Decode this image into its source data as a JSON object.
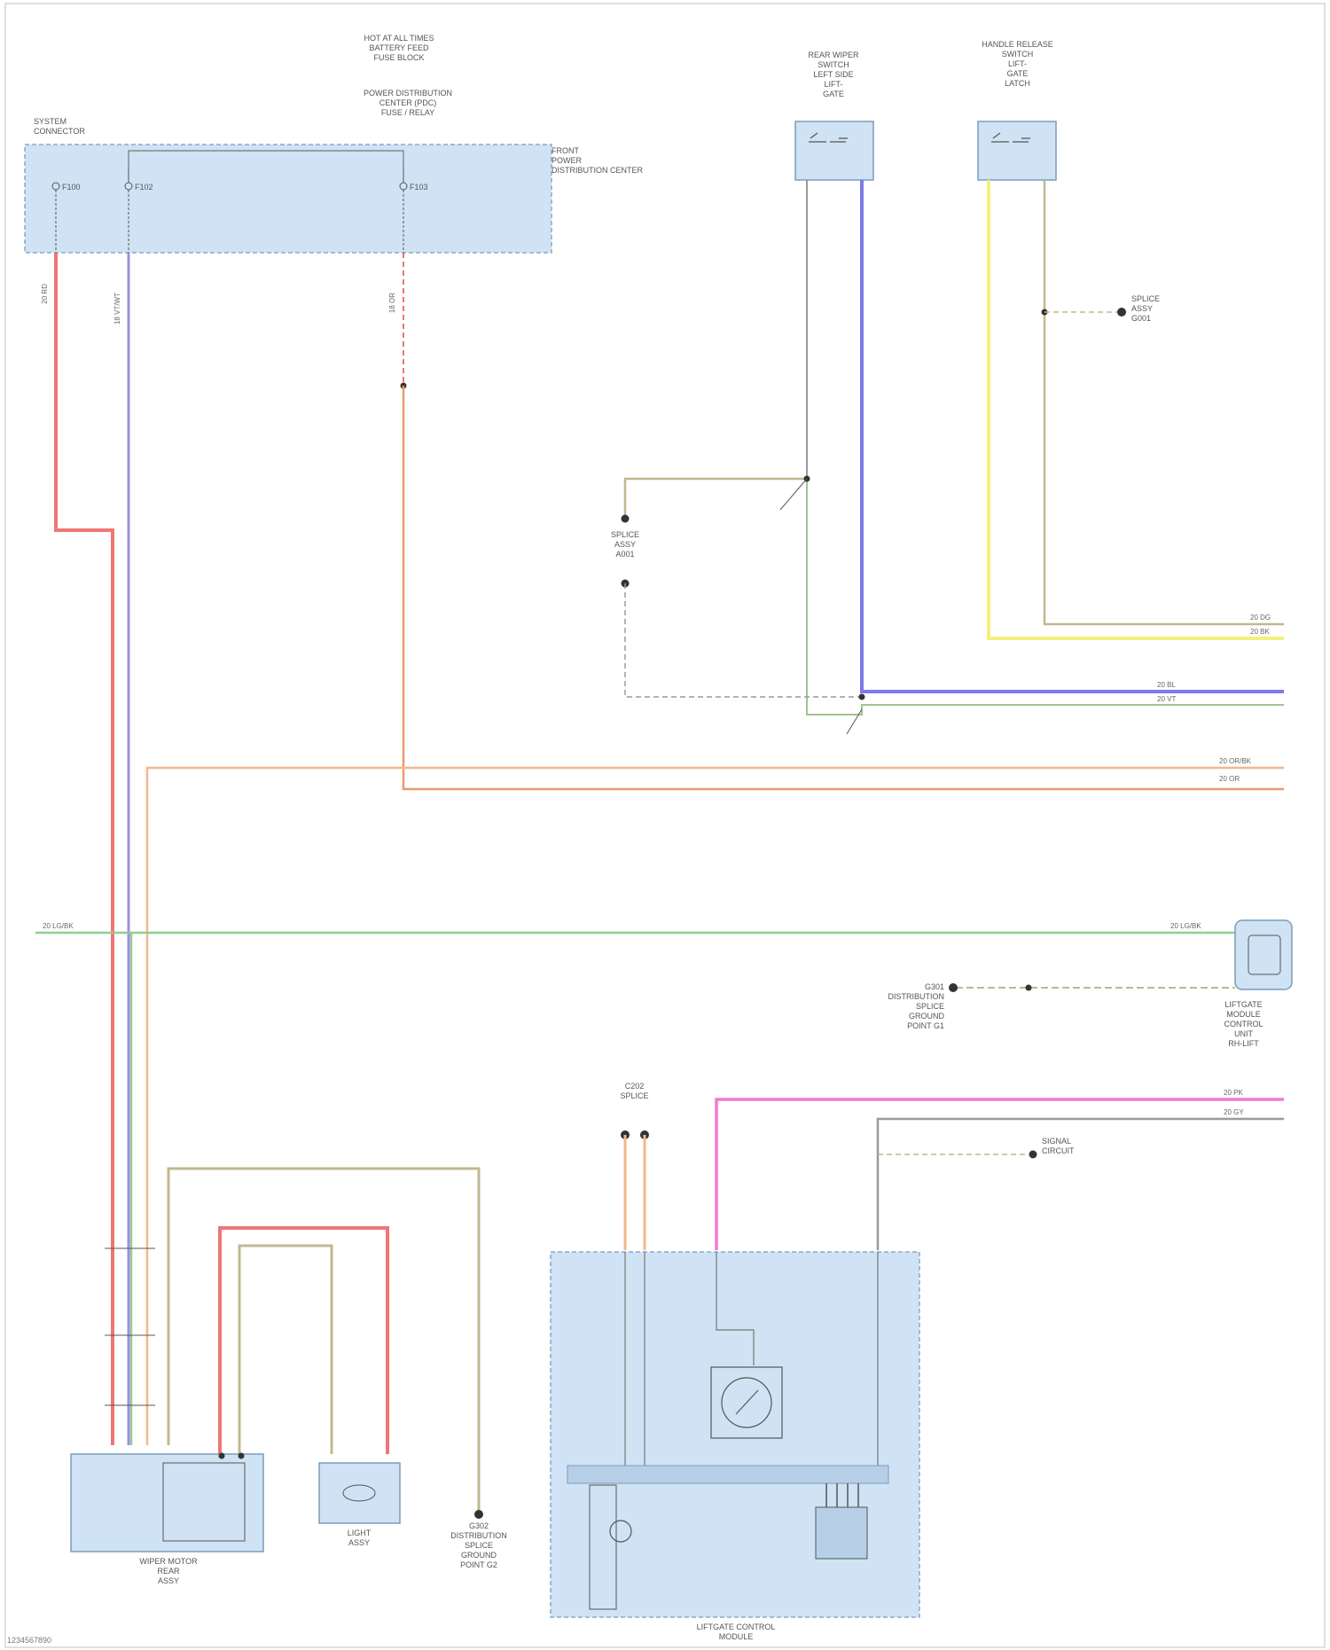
{
  "components": {
    "fuse_block": {
      "title_lines": [
        "HOT AT ALL TIMES",
        "BATTERY FEED",
        "FUSE BLOCK"
      ],
      "detail_lines": [
        "POWER DISTRIBUTION",
        "CENTER (PDC)",
        "FUSE / RELAY"
      ],
      "side_lines": [
        "FRONT",
        "POWER",
        "DISTRIBUTION CENTER"
      ],
      "left_label": [
        "SYSTEM",
        "CONNECTOR"
      ],
      "fuses": [
        "F100",
        "F102",
        "F103"
      ]
    },
    "switch_top_mid": {
      "lines": [
        "REAR WIPER",
        "SWITCH",
        "LEFT SIDE",
        "LIFT-",
        "GATE"
      ]
    },
    "switch_top_right": {
      "lines": [
        "HANDLE RELEASE",
        "SWITCH",
        "LIFT-",
        "GATE",
        "LATCH"
      ]
    },
    "splice_mid": {
      "lines": [
        "SPLICE",
        "ASSY",
        "A001"
      ]
    },
    "ground_right": {
      "lines": [
        "SPLICE",
        "ASSY",
        "G001"
      ]
    },
    "right_module": {
      "lines": [
        "LIFTGATE",
        "MODULE",
        "CONTROL",
        "UNIT",
        "RH-LIFT"
      ]
    },
    "right_ground": {
      "lines": [
        "G301",
        "DISTRIBUTION",
        "SPLICE",
        "GROUND",
        "POINT G1"
      ]
    },
    "bottom_left_motor": {
      "lines": [
        "WIPER MOTOR",
        "REAR",
        "ASSY"
      ]
    },
    "bottom_mid_motor": {
      "lines": [
        "LIGHT",
        "ASSY"
      ]
    },
    "bottom_ground": {
      "lines": [
        "G302",
        "DISTRIBUTION",
        "SPLICE",
        "GROUND",
        "POINT G2"
      ]
    },
    "bottom_module": {
      "lines": [
        "LIFTGATE CONTROL",
        "MODULE"
      ]
    },
    "bottom_splice": {
      "lines": [
        "C202",
        "SPLICE"
      ]
    },
    "right_splice_label": {
      "lines": [
        "SIGNAL",
        "CIRCUIT"
      ]
    }
  },
  "wire_labels": {
    "left_red": "20 RD",
    "left_violet": "18 VT/WT",
    "left_orange": "18 OR",
    "green_main": "20 LG/BK",
    "right_a": "20 DG",
    "right_b": "20 BK",
    "right_c": "20 BL",
    "right_d": "20 VT",
    "right_e": "20 OR/BK",
    "right_f": "20 OR",
    "right_g": "20 PK",
    "right_h": "20 GY"
  },
  "footer": "1234567890",
  "colors": {
    "red": "#f07575",
    "violet": "#a08ce0",
    "orange": "#f4b789",
    "orange_dark": "#e89a6e",
    "green": "#8fd08f",
    "olive": "#bfb890",
    "yellow": "#f4f07a",
    "blue": "#7a7ae8",
    "pink": "#f07ad0",
    "gray": "#9a9a9a",
    "box_fill": "#cfe3f5"
  }
}
